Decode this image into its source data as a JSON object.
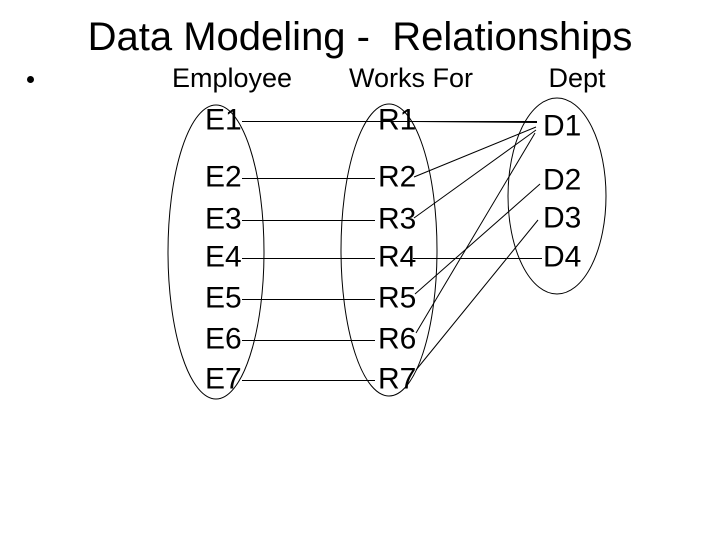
{
  "slide": {
    "title": "Data Modeling -  Relationships",
    "bullet_glyph": "•"
  },
  "diagram": {
    "columns": [
      {
        "id": "employee",
        "header": "Employee",
        "items": [
          "E1",
          "E2",
          "E3",
          "E4",
          "E5",
          "E6",
          "E7"
        ]
      },
      {
        "id": "works_for",
        "header": "Works For",
        "items": [
          "R1",
          "R2",
          "R3",
          "R4",
          "R5",
          "R6",
          "R7"
        ]
      },
      {
        "id": "dept",
        "header": "Dept",
        "items": [
          "D1",
          "D2",
          "D3",
          "D4"
        ]
      }
    ],
    "links": {
      "employee_to_works_for": [
        [
          "E1",
          "R1"
        ],
        [
          "E2",
          "R2"
        ],
        [
          "E3",
          "R3"
        ],
        [
          "E4",
          "R4"
        ],
        [
          "E5",
          "R5"
        ],
        [
          "E6",
          "R6"
        ],
        [
          "E7",
          "R7"
        ]
      ],
      "works_for_to_dept": [
        [
          "R1",
          "D1"
        ],
        [
          "R2",
          "D1"
        ],
        [
          "R3",
          "D1"
        ],
        [
          "R4",
          "D4"
        ],
        [
          "R5",
          "D2"
        ],
        [
          "R6",
          "D1"
        ],
        [
          "R7",
          "D3"
        ]
      ]
    },
    "colors": {
      "ink": "#000000",
      "background": "#ffffff"
    }
  }
}
